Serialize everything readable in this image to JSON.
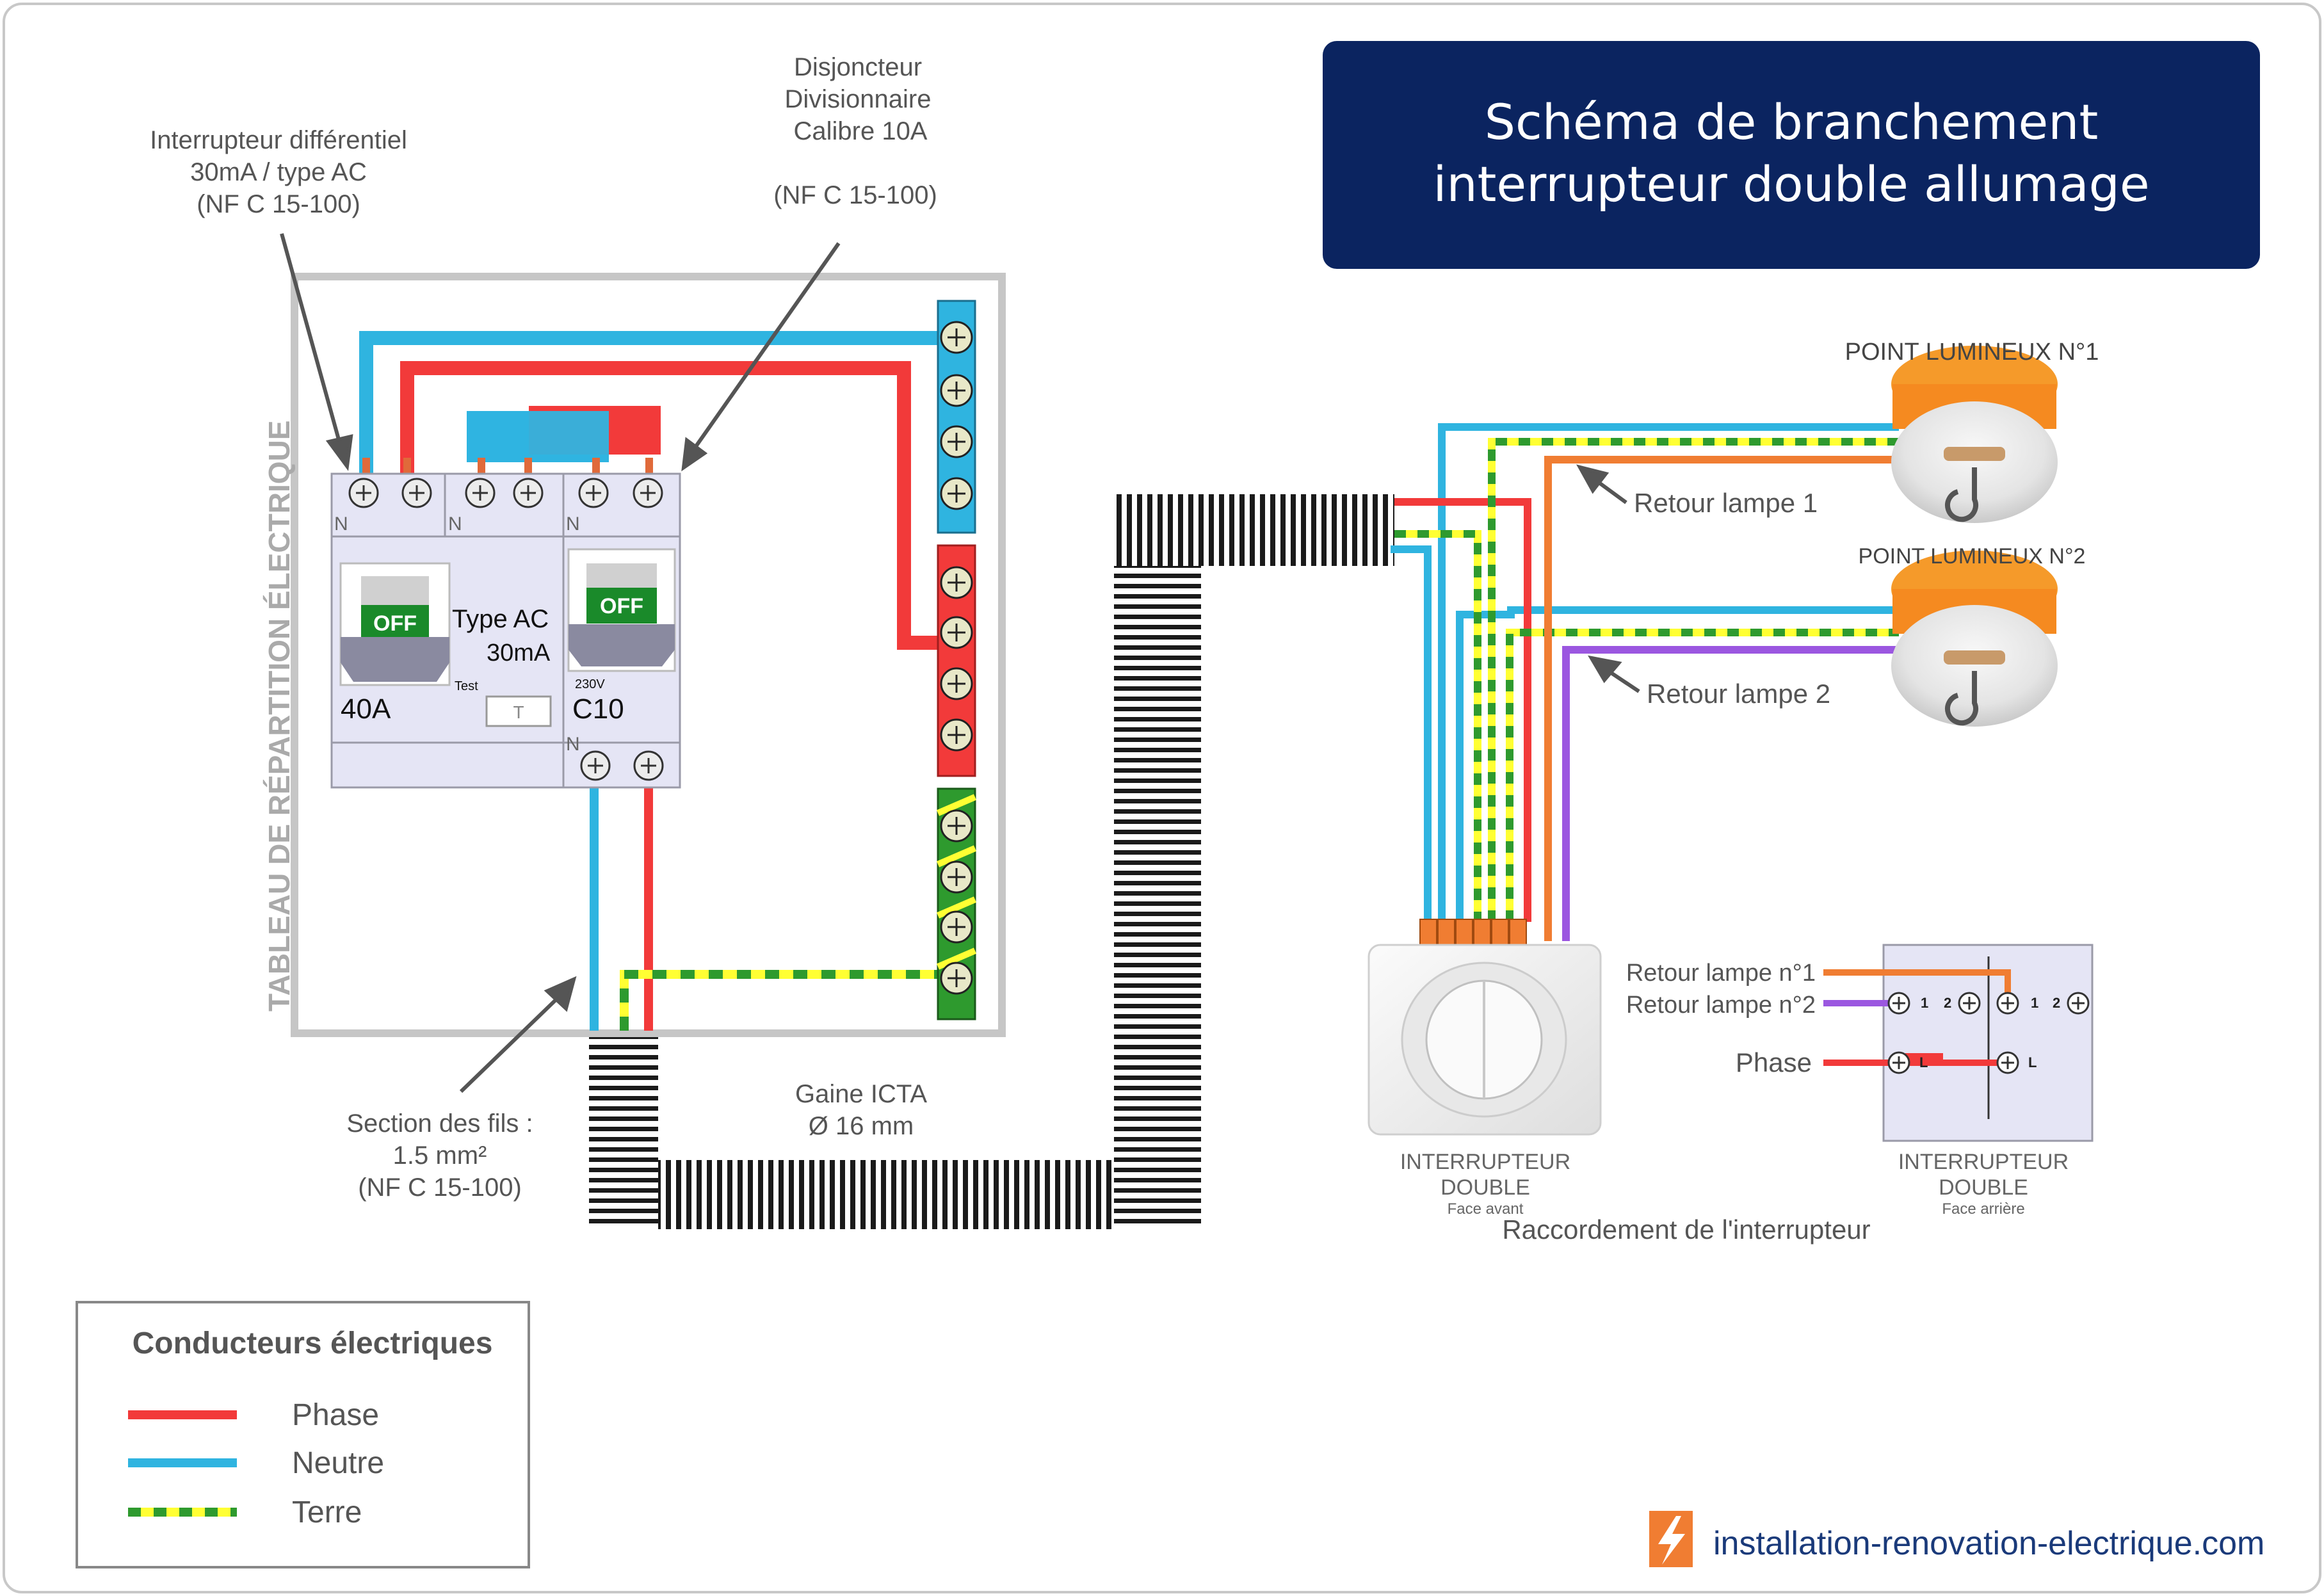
{
  "title": {
    "line1": "Schéma de branchement",
    "line2": "interrupteur double allumage"
  },
  "panel": {
    "vertical_label": "TABLEAU  DE RÉPARTITION ÉLECTRIQUE",
    "differential": {
      "callout_line1": "Interrupteur différentiel",
      "callout_line2": "30mA / type AC",
      "callout_line3": "(NF C 15-100)",
      "off_label": "OFF",
      "type_label": "Type AC",
      "sensitivity": "30mA",
      "rating": "40A",
      "test_label": "Test",
      "test_button": "T",
      "neutral_marks": [
        "N",
        "N"
      ]
    },
    "breaker": {
      "callout_line1": "Disjoncteur",
      "callout_line2": "Divisionnaire",
      "callout_line3": "Calibre 10A",
      "callout_line4": "(NF C 15-100)",
      "off_label": "OFF",
      "voltage": "230V",
      "rating": "C10",
      "neutral_marks": [
        "N",
        "N"
      ]
    },
    "wire_section": {
      "line1": "Section des fils :",
      "line2": "1.5 mm²",
      "line3": "(NF C 15-100)"
    }
  },
  "conduit": {
    "line1": "Gaine ICTA",
    "line2": "Ø 16 mm"
  },
  "lights": {
    "point1": "POINT LUMINEUX N°1",
    "point2": "POINT LUMINEUX N°2",
    "return1": "Retour lampe 1",
    "return2": "Retour lampe 2"
  },
  "switch_front": {
    "line1": "INTERRUPTEUR",
    "line2": "DOUBLE",
    "line3": "Face avant"
  },
  "switch_back": {
    "line1": "INTERRUPTEUR",
    "line2": "DOUBLE",
    "line3": "Face arrière",
    "return1": "Retour lampe n°1",
    "return2": "Retour lampe n°2",
    "phase": "Phase",
    "terminal_1": "1",
    "terminal_2": "2",
    "terminal_L": "L"
  },
  "connection_caption": "Raccordement  de l'interrupteur",
  "legend": {
    "title": "Conducteurs électriques",
    "items": [
      {
        "label": "Phase",
        "color": "#f23a3a"
      },
      {
        "label": "Neutre",
        "color": "#2fb4e0"
      },
      {
        "label": "Terre",
        "color": "#ffff33",
        "secondary_color": "#2e9a2e"
      }
    ]
  },
  "footer": {
    "website": "installation-renovation-electrique.com"
  },
  "colors": {
    "phase": "#f23a3a",
    "neutral": "#2fb4e0",
    "earth_yellow": "#ffff33",
    "earth_green": "#2e9a2e",
    "return1": "#f07d32",
    "return2": "#9b57e0",
    "title_bg": "#0b2460"
  }
}
